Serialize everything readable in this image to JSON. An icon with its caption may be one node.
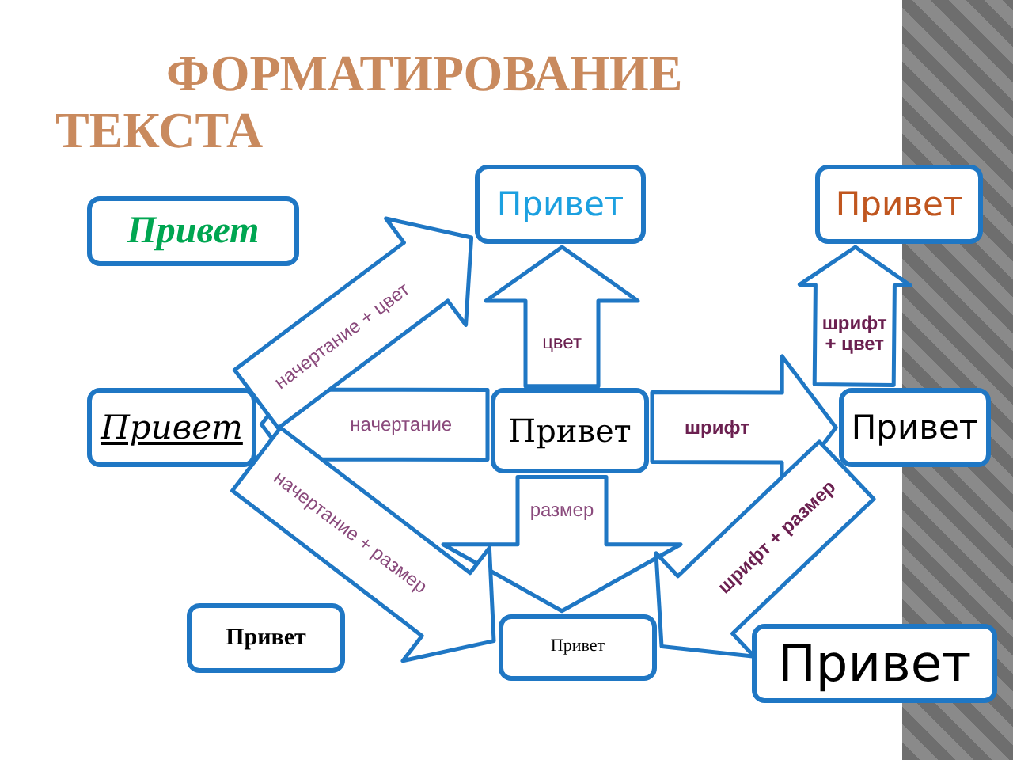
{
  "diagram": {
    "title": "ФОРМАТИРОВАНИЕ ТЕКСТА",
    "nodes": [
      {
        "text": [
          "Привет"
        ]
      },
      {
        "text": [
          "Привет"
        ]
      },
      {
        "text": [
          "Привет"
        ]
      },
      {
        "text": [
          "Привет"
        ]
      },
      {
        "text": [
          "Привет"
        ]
      },
      {
        "text": [
          "Привет"
        ]
      },
      {
        "text": [
          "Привет"
        ]
      },
      {
        "text": [
          "Привет"
        ]
      },
      {
        "text": [
          "Привет"
        ]
      }
    ],
    "edges": [
      {
        "from": 4,
        "to": 1,
        "arrow": "to",
        "label": "цвет"
      },
      {
        "from": 4,
        "to": 3,
        "arrow": "to",
        "label": "начертание"
      },
      {
        "from": 4,
        "to": 5,
        "arrow": "to",
        "label": "шрифт"
      },
      {
        "from": 4,
        "to": 7,
        "arrow": "to",
        "label": "размер"
      },
      {
        "from": 3,
        "to": 1,
        "arrow": "to",
        "label": "начертание + цвет"
      },
      {
        "from": 5,
        "to": 2,
        "arrow": "to",
        "label": "шрифт + цвет"
      },
      {
        "from": 3,
        "to": 7,
        "arrow": "to",
        "label": "начертание + размер"
      },
      {
        "from": 5,
        "to": 7,
        "arrow": "to",
        "label": "шрифт + размер"
      }
    ]
  }
}
